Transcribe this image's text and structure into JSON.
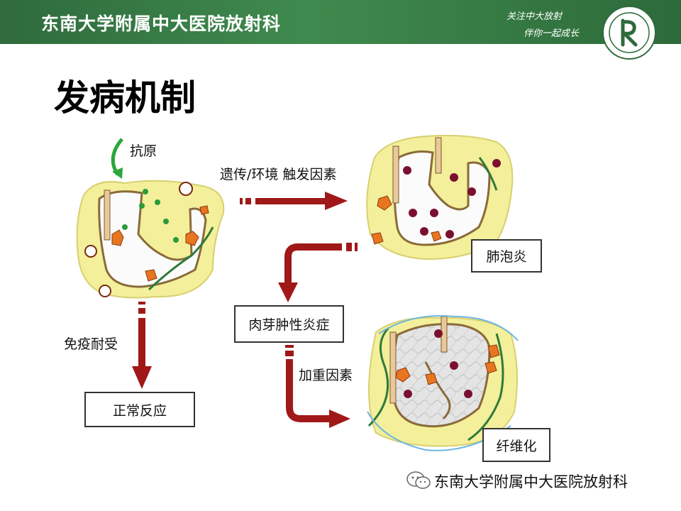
{
  "header": {
    "title": "东南大学附属中大医院放射科",
    "slogan_line1": "关注中大放射",
    "slogan_line2": "伴你一起成长"
  },
  "slide": {
    "title": "发病机制"
  },
  "diagram": {
    "antigen_label": "抗原",
    "trigger_label": "遗传/环境 触发因素",
    "tolerance_label": "免疫耐受",
    "normal_box": "正常反应",
    "pneumonitis_box": "肺泡炎",
    "granulomatous_box": "肉芽肿性炎症",
    "aggravating_label": "加重因素",
    "fibrosis_box": "纤维化"
  },
  "watermark": {
    "text": "东南大学附属中大医院放射科"
  },
  "colors": {
    "header_green": "#3f8a4e",
    "arrow_red": "#a01818",
    "tissue_yellow": "#f3ef9a",
    "cell_orange": "#e8751f"
  }
}
